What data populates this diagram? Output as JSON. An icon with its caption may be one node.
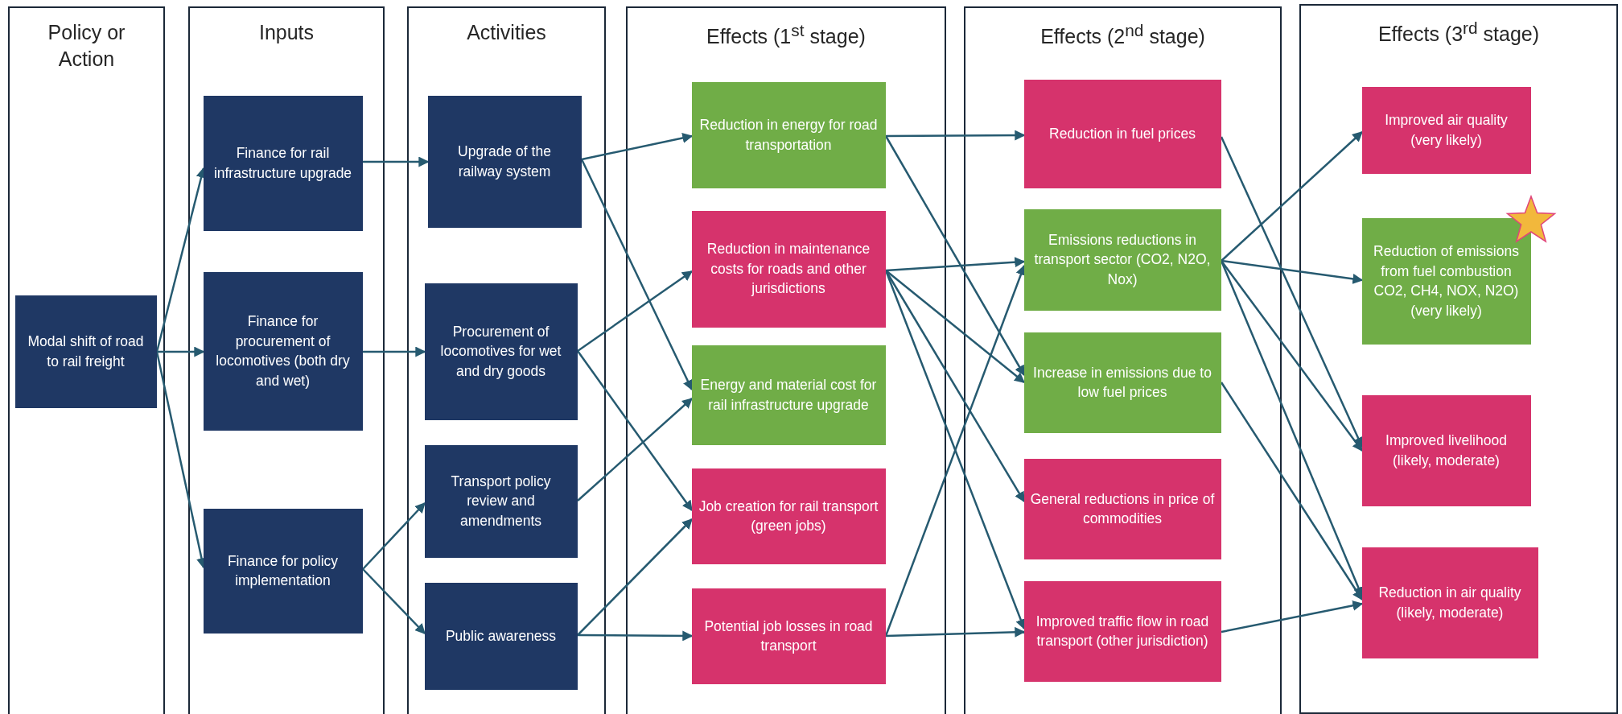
{
  "diagram": {
    "nodes": [
      {
        "text": [
          "Policy or Action"
        ]
      },
      {
        "text": [
          "Modal shift of road to rail freight"
        ],
        "in": 0
      },
      {
        "text": [
          "Inputs"
        ]
      },
      {
        "text": [
          "Finance for rail infrastructure upgrade"
        ],
        "in": 2
      },
      {
        "text": [
          "Finance for procurement of locomotives (both dry and wet)"
        ],
        "in": 2
      },
      {
        "text": [
          "Finance for policy implementation"
        ],
        "in": 2
      },
      {
        "text": [
          "Activities"
        ]
      },
      {
        "text": [
          "Upgrade of the railway system"
        ],
        "in": 6
      },
      {
        "text": [
          "Procurement of locomotives for wet and dry goods"
        ],
        "in": 6
      },
      {
        "text": [
          "Transport policy review and amendments"
        ],
        "in": 6
      },
      {
        "text": [
          "Public awareness"
        ],
        "in": 6
      },
      {
        "text": [
          "Effects (1$^{st}$ stage)"
        ]
      },
      {
        "text": [
          "Reduction in energy for road transportation"
        ],
        "in": 11
      },
      {
        "text": [
          "Reduction in maintenance costs for roads and other jurisdictions"
        ],
        "in": 11
      },
      {
        "text": [
          "Energy and material cost for rail infrastructure upgrade"
        ],
        "in": 11
      },
      {
        "text": [
          "Job creation for rail transport (green jobs)"
        ],
        "in": 11
      },
      {
        "text": [
          "Potential job losses in road transport"
        ],
        "in": 11
      },
      {
        "text": [
          "Effects (2$^{nd}$ stage)"
        ]
      },
      {
        "text": [
          "Reduction in fuel prices"
        ],
        "in": 17
      },
      {
        "text": [
          "Emissions reductions in transport sector (CO2, N2O, Nox)"
        ],
        "in": 17
      },
      {
        "text": [
          "Increase in emissions due to low fuel prices"
        ],
        "in": 17
      },
      {
        "text": [
          "General reductions in price of commodities"
        ],
        "in": 17
      },
      {
        "text": [
          "Improved traffic flow in road transport (other jurisdiction)"
        ],
        "in": 17
      },
      {
        "text": [
          "Effects (3$^{rd}$ stage)"
        ]
      },
      {
        "text": [
          "Improved air quality (very likely)"
        ],
        "in": 23
      },
      {
        "text": [
          "Reduction of emissions from fuel combustion CO2, CH4, NOX, N2O) (very likely)"
        ],
        "in": 23
      },
      {
        "text": [
          "Improved livelihood (likely, moderate)"
        ],
        "in": 23
      },
      {
        "text": [
          "Reduction in air quality (likely, moderate)"
        ],
        "in": 23
      }
    ],
    "edges": [
      {
        "from": 1,
        "to": 3,
        "arrow": "to"
      },
      {
        "from": 1,
        "to": 4,
        "arrow": "to"
      },
      {
        "from": 1,
        "to": 5,
        "arrow": "to"
      },
      {
        "from": 3,
        "to": 7,
        "arrow": "to"
      },
      {
        "from": 4,
        "to": 8,
        "arrow": "to"
      },
      {
        "from": 5,
        "to": 9,
        "arrow": "to"
      },
      {
        "from": 5,
        "to": 10,
        "arrow": "to"
      },
      {
        "from": 7,
        "to": 12,
        "arrow": "to"
      },
      {
        "from": 7,
        "to": 14,
        "arrow": "to"
      },
      {
        "from": 8,
        "to": 13,
        "arrow": "to"
      },
      {
        "from": 8,
        "to": 15,
        "arrow": "to"
      },
      {
        "from": 9,
        "to": 14,
        "arrow": "to"
      },
      {
        "from": 10,
        "to": 15,
        "arrow": "to"
      },
      {
        "from": 10,
        "to": 16,
        "arrow": "to"
      },
      {
        "from": 12,
        "to": 18,
        "arrow": "to"
      },
      {
        "from": 12,
        "to": 20,
        "arrow": "to"
      },
      {
        "from": 13,
        "to": 19,
        "arrow": "to"
      },
      {
        "from": 13,
        "to": 20,
        "arrow": "to"
      },
      {
        "from": 13,
        "to": 21,
        "arrow": "to"
      },
      {
        "from": 13,
        "to": 22,
        "arrow": "to"
      },
      {
        "from": 16,
        "to": 19,
        "arrow": "to"
      },
      {
        "from": 16,
        "to": 22,
        "arrow": "to"
      },
      {
        "from": 18,
        "to": 26,
        "arrow": "to"
      },
      {
        "from": 19,
        "to": 24,
        "arrow": "to"
      },
      {
        "from": 19,
        "to": 25,
        "arrow": "to"
      },
      {
        "from": 19,
        "to": 26,
        "arrow": "to"
      },
      {
        "from": 19,
        "to": 27,
        "arrow": "to"
      },
      {
        "from": 20,
        "to": 27,
        "arrow": "to"
      },
      {
        "from": 22,
        "to": 27,
        "arrow": "to"
      }
    ]
  }
}
